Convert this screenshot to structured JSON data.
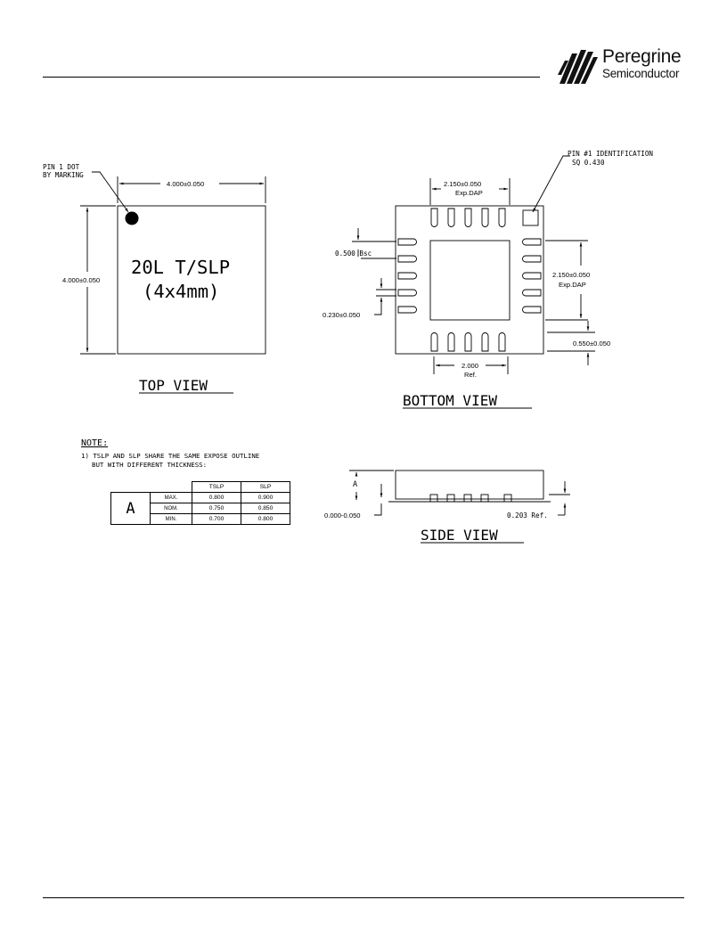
{
  "brand": {
    "name_line1": "Peregrine",
    "name_line2": "Semiconductor"
  },
  "top_view": {
    "pin1_label_line1": "PIN 1 DOT",
    "pin1_label_line2": "BY MARKING",
    "width_dim": "4.000±0.050",
    "height_dim": "4.000±0.050",
    "package_line1": "20L T/SLP",
    "package_line2": "(4x4mm)",
    "caption": "TOP VIEW"
  },
  "bottom_view": {
    "pin1_id_line1": "PIN #1 IDENTIFICATION",
    "pin1_id_line2": "SQ 0.430",
    "dap_width_line1": "2.150±0.050",
    "dap_width_line2": "Exp.DAP",
    "dap_height_line1": "2.150±0.050",
    "dap_height_line2": "Exp.DAP",
    "pitch": "0.500 Bsc",
    "lead_width": "0.230±0.050",
    "lead_length": "0.550±0.050",
    "ref_line1": "2.000",
    "ref_line2": "Ref.",
    "caption": "BOTTOM VIEW"
  },
  "note": {
    "title": "NOTE:",
    "line1": "1) TSLP AND SLP SHARE THE SAME EXPOSE OUTLINE",
    "line2": "BUT WITH DIFFERENT THICKNESS:"
  },
  "thickness_table": {
    "symbol": "A",
    "headers": [
      "TSLP",
      "SLP"
    ],
    "rows": [
      {
        "label": "MAX.",
        "tslp": "0.800",
        "slp": "0.900"
      },
      {
        "label": "NOM.",
        "tslp": "0.750",
        "slp": "0.850"
      },
      {
        "label": "MIN.",
        "tslp": "0.700",
        "slp": "0.800"
      }
    ]
  },
  "side_view": {
    "height_label": "A",
    "standoff": "0.000-0.050",
    "lead_thickness": "0.203 Ref.",
    "caption": "SIDE VIEW"
  }
}
